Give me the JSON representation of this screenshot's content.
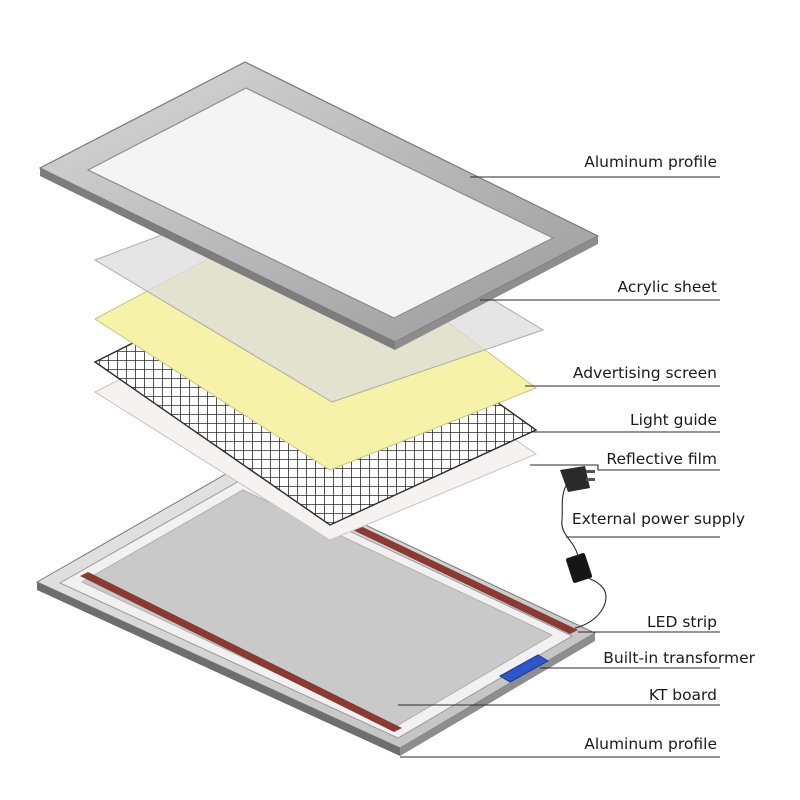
{
  "labels": {
    "top_aluminum_profile": "Aluminum profile",
    "acrylic_sheet": "Acrylic sheet",
    "advertising_screen": "Advertising screen",
    "light_guide": "Light guide",
    "reflective_film": "Reflective film",
    "external_power_supply": "External power supply",
    "led_strip": "LED strip",
    "built_in_transformer": "Built-in transformer",
    "kt_board": "KT board",
    "bottom_aluminum_profile": "Aluminum profile"
  },
  "colors": {
    "advertising_screen": "#f6f3a8",
    "led_strip": "#8a3a32",
    "transformer": "#2f55c8",
    "acrylic": "#dcdcdc",
    "reflective": "#f7f2f2"
  }
}
